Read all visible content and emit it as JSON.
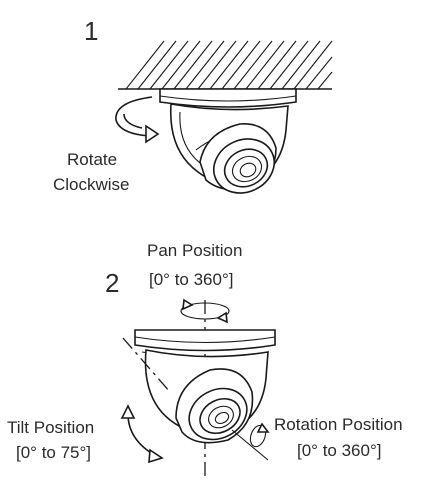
{
  "step1": {
    "number": "1",
    "label_line1": "Rotate",
    "label_line2": "Clockwise"
  },
  "step2": {
    "number": "2",
    "pan_line1": "Pan Position",
    "pan_line2": "[0° to 360°]",
    "tilt_line1": "Tilt Position",
    "tilt_line2": "[0° to 75°]",
    "rotation_line1": "Rotation Position",
    "rotation_line2": "[0° to 360°]"
  },
  "icons": {
    "ceiling": "ceiling-hatch-icon",
    "camera": "dome-camera-icon",
    "rotate_arrow": "clockwise-arrow-icon",
    "pan_arrow": "pan-rotate-arrow-icon",
    "tilt_arrow": "tilt-arc-arrow-icon",
    "rotation_arrow": "rotation-arrow-icon"
  }
}
